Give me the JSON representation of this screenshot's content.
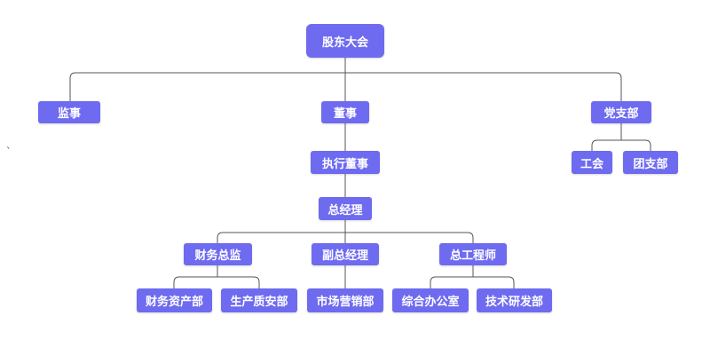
{
  "nodes": {
    "shareholders": "股东大会",
    "supervisor": "监事",
    "director": "董事",
    "party_branch": "党支部",
    "exec_director": "执行董事",
    "union": "工会",
    "youth_branch": "团支部",
    "general_manager": "总经理",
    "finance_director": "财务总监",
    "deputy_gm": "副总经理",
    "chief_engineer": "总工程师",
    "finance_dept": "财务资产部",
    "safety_dept": "生产质安部",
    "marketing_dept": "市场营销部",
    "office": "综合办公室",
    "tech_dept": "技术研发部"
  },
  "colors": {
    "node_fill": "#6e6bf0",
    "node_text": "#ffffff",
    "connector": "#555555"
  },
  "stray_mark": "`"
}
